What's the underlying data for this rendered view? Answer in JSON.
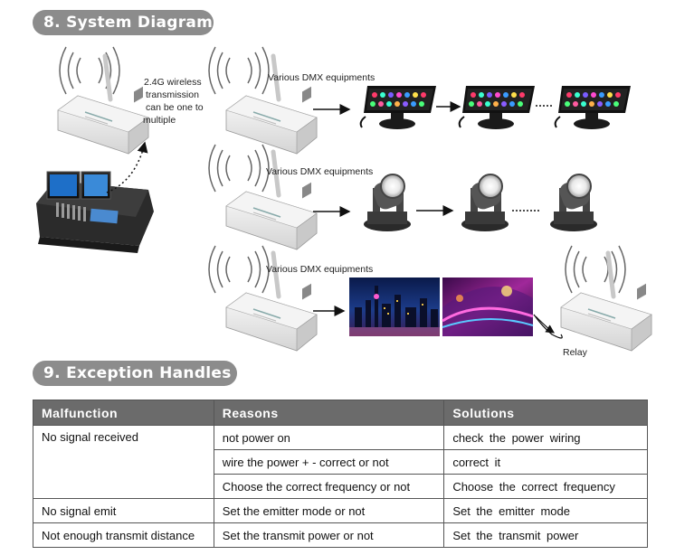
{
  "sections": {
    "system_diagram": "8. System Diagram",
    "exception_handles": "9. Exception Handles"
  },
  "diagram": {
    "wireless_note": [
      "2.4G wireless",
      "transmission",
      "can be one to",
      "multiple"
    ],
    "row_labels": [
      "Various DMX equipments",
      "Various DMX equipments",
      "Various DMX equipments"
    ],
    "relay_label": "Relay"
  },
  "table": {
    "headers": [
      "Malfunction",
      "Reasons",
      "Solutions"
    ],
    "rows": [
      {
        "malfunction": "No signal received",
        "reasons": [
          "not power on",
          "wire the power + - correct or not",
          "Choose the correct frequency or not"
        ],
        "solutions": [
          "check the power wiring",
          "correct it",
          "Choose the correct frequency"
        ]
      },
      {
        "malfunction": "No signal emit",
        "reasons": [
          "Set the emitter mode or not"
        ],
        "solutions": [
          "Set the emitter mode"
        ]
      },
      {
        "malfunction": "Not enough transmit distance",
        "reasons": [
          "Set the transmit power or not"
        ],
        "solutions": [
          "Set the transmit power"
        ]
      }
    ]
  }
}
